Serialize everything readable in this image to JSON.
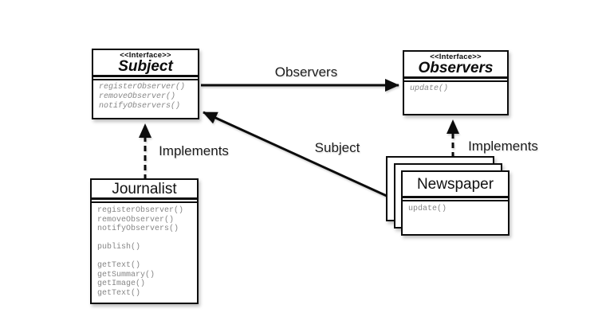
{
  "boxes": {
    "subject": {
      "stereotype": "<<Interface>>",
      "title": "Subject",
      "methods": "registerObserver()\nremoveObserver()\nnotifyObservers()"
    },
    "observers": {
      "stereotype": "<<Interface>>",
      "title": "Observers",
      "methods": "update()"
    },
    "journalist": {
      "title": "Journalist",
      "methods": "registerObserver()\nremoveObserver()\nnotifyObservers()\n\npublish()\n\ngetText()\ngetSummary()\ngetImage()\ngetText()"
    },
    "newspaper": {
      "title": "Newspaper",
      "methods": "update()"
    }
  },
  "labels": {
    "observers_arrow": "Observers",
    "subject_arrow": "Subject",
    "implements_left": "Implements",
    "implements_right": "Implements"
  },
  "colors": {
    "background": "#ffffff",
    "box_border": "#0c0c0c",
    "method_text": "#868686",
    "label_text": "#1c1c1c"
  }
}
